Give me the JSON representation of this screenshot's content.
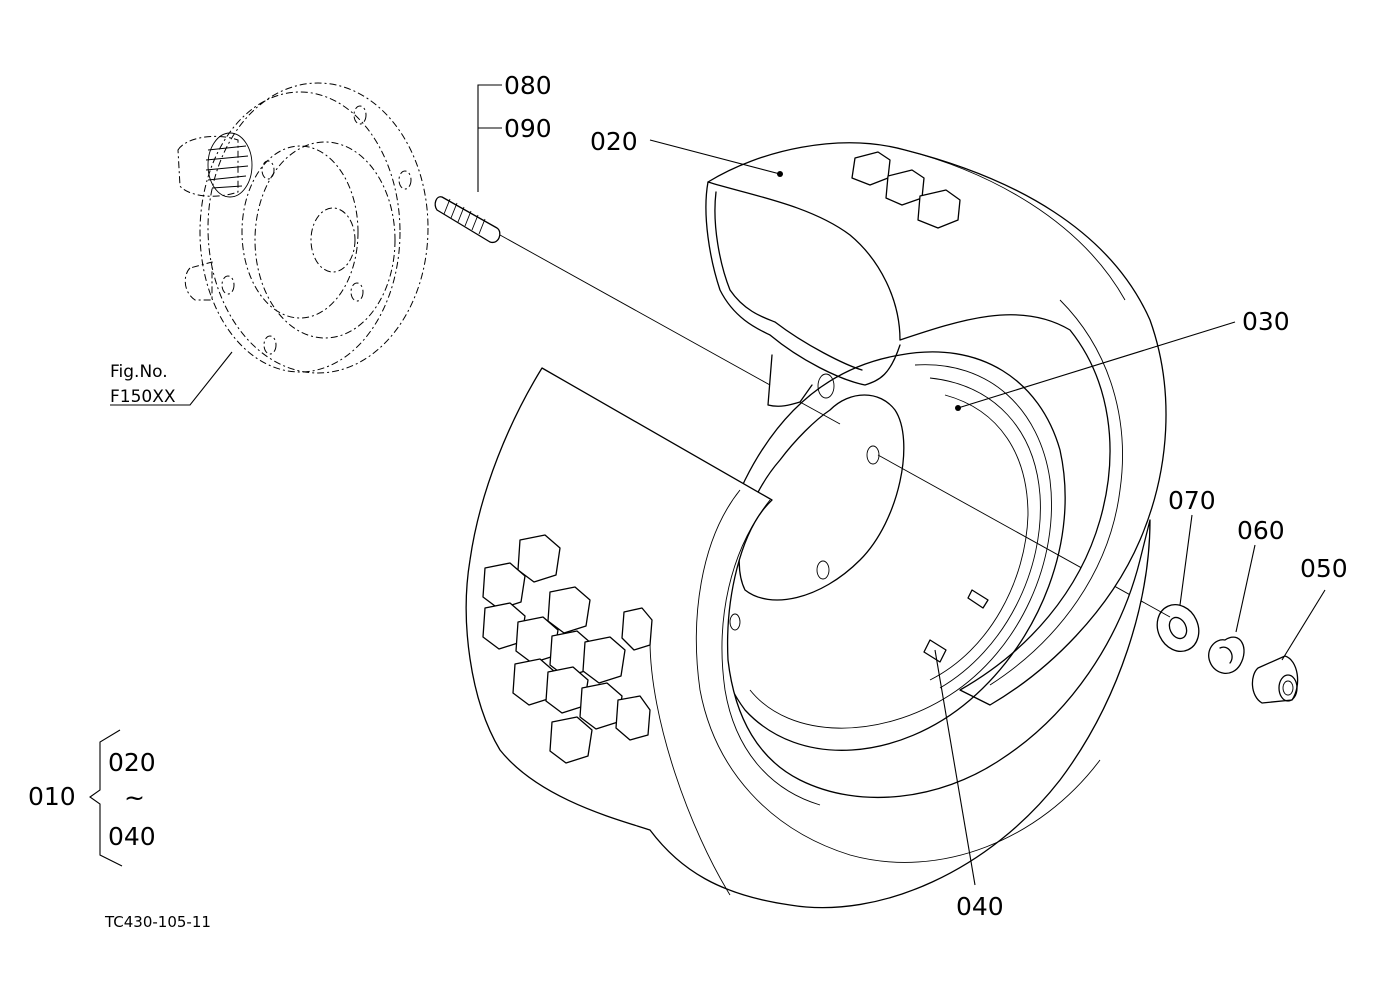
{
  "diagram": {
    "fig_ref": {
      "line1": "Fig.No.",
      "line2": "F150XX"
    },
    "drawing_code": "TC430-105-11",
    "callouts": {
      "p080": "080",
      "p090": "090",
      "p020": "020",
      "p030": "030",
      "p070": "070",
      "p060": "060",
      "p050": "050",
      "p040": "040"
    },
    "assembly": {
      "id": "010",
      "from": "020",
      "tilde": "~",
      "to": "040"
    }
  }
}
